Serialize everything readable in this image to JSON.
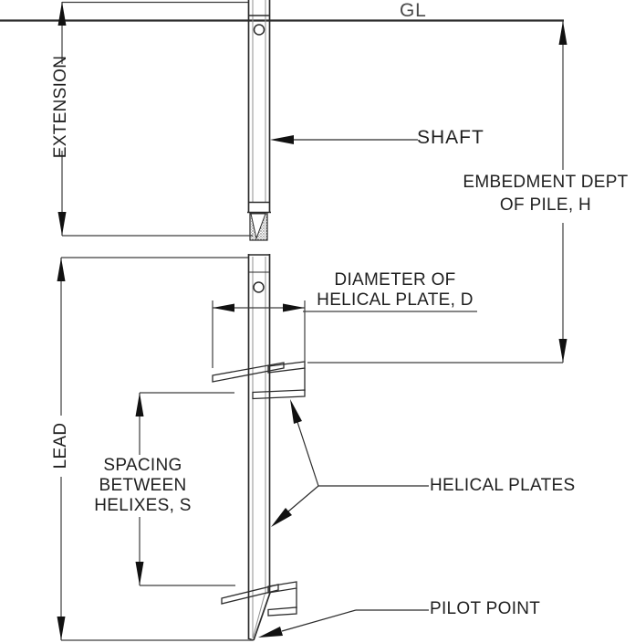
{
  "labels": {
    "gl": "GL",
    "extension": "EXTENSION",
    "shaft": "SHAFT",
    "embedment": {
      "line1": "EMBEDMENT DEPT",
      "line2": "OF PILE, H"
    },
    "diameter": {
      "line1": "DIAMETER OF",
      "line2": "HELICAL PLATE, D"
    },
    "lead": "LEAD",
    "spacing": {
      "line1": "SPACING",
      "line2": "BETWEEN",
      "line3": "HELIXES, S"
    },
    "helical_plates": "HELICAL PLATES",
    "pilot_point": "PILOT POINT"
  },
  "colors": {
    "line": "#2b2b2b",
    "dim_line": "#3d3d3d",
    "inner_line": "#8f8f8f",
    "arrow_fill": "#111111",
    "text": "#1f1f1f"
  }
}
